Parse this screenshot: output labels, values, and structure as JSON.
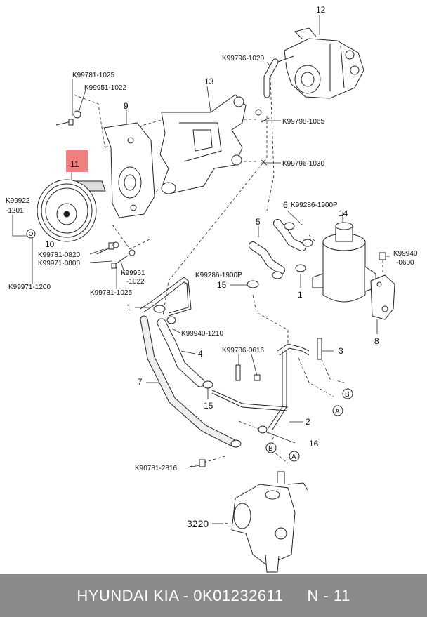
{
  "diagram": {
    "highlight_color": "#f08080",
    "labels": {
      "l12": "12",
      "l13": "13",
      "l9": "9",
      "l11": "11",
      "l10": "10",
      "l14": "14",
      "l6": "6",
      "l5": "5",
      "l1a": "1",
      "l1b": "1",
      "l15a": "15",
      "l15b": "15",
      "l4": "4",
      "l7": "7",
      "l3": "3",
      "l2": "2",
      "l16": "16",
      "l8": "8",
      "l3220": "3220",
      "k99796_1020": "K99796-1020",
      "k99781_1025a": "K99781-1025",
      "k99951_1022a": "K99951-1022",
      "k99798_1065": "K99798-1065",
      "k99796_1030": "K99796-1030",
      "k99922": "K99922",
      "k99922_b": "-1201",
      "k99781_0820": "K99781-0820",
      "k99971_0800": "K99971-0800",
      "k99971_1200": "K99971-1200",
      "k99951_b1": "K99951",
      "k99951_b2": "-1022",
      "k99781_1025b": "K99781-1025",
      "k99286_1900p_a": "K99286-1900P",
      "k99286_1900p_b": "K99286-1900P",
      "k99940_1210": "K99940-1210",
      "k99940_a": "K99940",
      "k99940_b": "-0600",
      "k99786_0616": "K99786-0616",
      "k90781_2816": "K90781-2816",
      "ref_a1": "A",
      "ref_a2": "A",
      "ref_b1": "B",
      "ref_b2": "B"
    }
  },
  "footer": {
    "brand": "HYUNDAI  KIA - 0K01232611",
    "page": "N - 11"
  }
}
